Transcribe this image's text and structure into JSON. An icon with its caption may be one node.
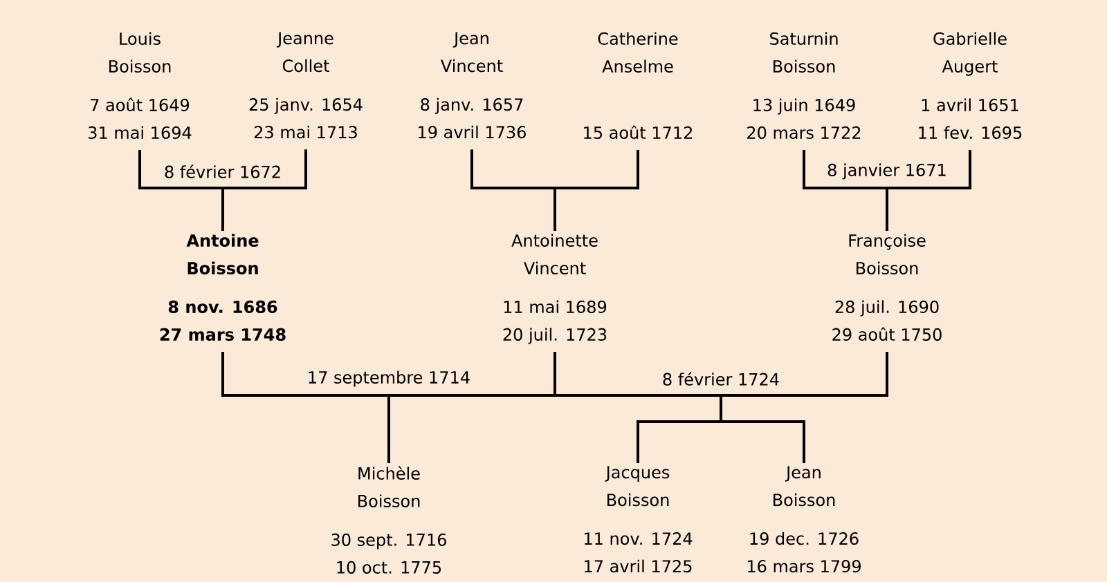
{
  "diagram": {
    "nodes": [
      {
        "text": [
          "Louis Boisson",
          "7 août 1649",
          "31 mai 1694"
        ]
      },
      {
        "text": [
          "Jeanne Collet",
          "25 janv. 1654",
          "23 mai 1713"
        ]
      },
      {
        "text": [
          "Jean Vincent",
          "8 janv. 1657",
          "19 avril 1736"
        ]
      },
      {
        "text": [
          "Catherine Anselme",
          "15 août 1712"
        ]
      },
      {
        "text": [
          "Saturnin Boisson",
          "13 juin 1649",
          "20 mars 1722"
        ]
      },
      {
        "text": [
          "Gabrielle Augert",
          "1 avril 1651",
          "11 fev. 1695"
        ]
      },
      {
        "text": [
          "Antoine Boisson",
          "8 nov. 1686",
          "27 mars 1748"
        ]
      },
      {
        "text": [
          "Antoinette Vincent",
          "11 mai 1689",
          "20 juil. 1723"
        ]
      },
      {
        "text": [
          "Françoise Boisson",
          "28 juil. 1690",
          "29 août 1750"
        ]
      },
      {
        "text": [
          "Michèle Boisson",
          "30 sept. 1716",
          "10 oct. 1775"
        ]
      },
      {
        "text": [
          "Jacques Boisson",
          "11 nov. 1724",
          "17 avril 1725"
        ]
      },
      {
        "text": [
          "Jean Boisson",
          "19 dec. 1726",
          "16 mars 1799"
        ]
      }
    ],
    "edges": [
      {
        "from": 0,
        "to": 6,
        "arrow": "none"
      },
      {
        "from": 1,
        "to": 6,
        "arrow": "none",
        "label": "8 février 1672"
      },
      {
        "from": 2,
        "to": 7,
        "arrow": "none"
      },
      {
        "from": 3,
        "to": 7,
        "arrow": "none"
      },
      {
        "from": 4,
        "to": 8,
        "arrow": "none"
      },
      {
        "from": 5,
        "to": 8,
        "arrow": "none",
        "label": "8 janvier 1671"
      },
      {
        "from": 6,
        "to": 9,
        "arrow": "none"
      },
      {
        "from": 7,
        "to": 9,
        "arrow": "none",
        "label": "17 septembre 1714"
      },
      {
        "from": 6,
        "to": 10,
        "arrow": "none"
      },
      {
        "from": 8,
        "to": 10,
        "arrow": "none",
        "label": "8 février 1724"
      },
      {
        "from": 6,
        "to": 11,
        "arrow": "none"
      },
      {
        "from": 8,
        "to": 11,
        "arrow": "none"
      }
    ]
  }
}
